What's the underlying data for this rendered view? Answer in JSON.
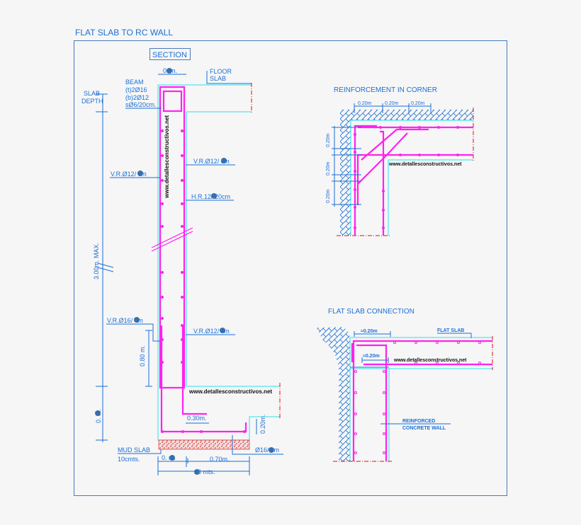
{
  "title": "FLAT SLAB TO RC WALL",
  "section": {
    "label": "SECTION",
    "dims": {
      "beam_width": "0.  m.",
      "slab_depth": [
        "SLAB",
        "DEPTH"
      ],
      "height": "3.00m. MAX.",
      "lap": "0.80 m.",
      "footing_height": "0.  m.",
      "toe_len": "0.30m.",
      "heel_height": "0.20m.",
      "left_len": "0.  m.",
      "right_len": "0.70m.",
      "total_len": " .  0 mts."
    },
    "labels": {
      "floor_slab": [
        "FLOOR",
        "SLAB"
      ],
      "beam": [
        "BEAM",
        "(t)2Ø16",
        "(b)2Ø12",
        "sØ6/20cm."
      ],
      "vr_right_top": "V.R.Ø12/    cm",
      "vr_left_top": "V.R.Ø12/    cm",
      "hr": "H.R.12/    20cm",
      "vr_left_bottom": "V.R.Ø16/    cm",
      "vr_right_bottom": "V.R.Ø12/    cm",
      "mud_slab": [
        "MUD SLAB",
        "10cmts."
      ],
      "footing_bar": "Ø16/    cm",
      "website": "www.detallesconstructivos.net"
    }
  },
  "corner": {
    "title": "REINFORCEMENT IN CORNER",
    "dims_top": [
      "0.20m",
      "0.20m",
      "0.20m"
    ],
    "dims_side": [
      "0.20m",
      "0.20m",
      "0.20m"
    ],
    "website": "www.detallesconstructivos.net"
  },
  "connection": {
    "title": "FLAT SLAB CONNECTION",
    "dim_top": "≈0.20m",
    "dim_inner": "≈0.20m",
    "flat_slab": "FLAT SLAB",
    "wall_label": [
      "REINFORCED",
      "CONCRETE WALL"
    ],
    "website": "www.detallesconstructivos.net"
  },
  "colors": {
    "blue": "#1a6fd6",
    "cyan": "#29e3ee",
    "magenta": "#ff22ee",
    "red": "#e01010"
  }
}
